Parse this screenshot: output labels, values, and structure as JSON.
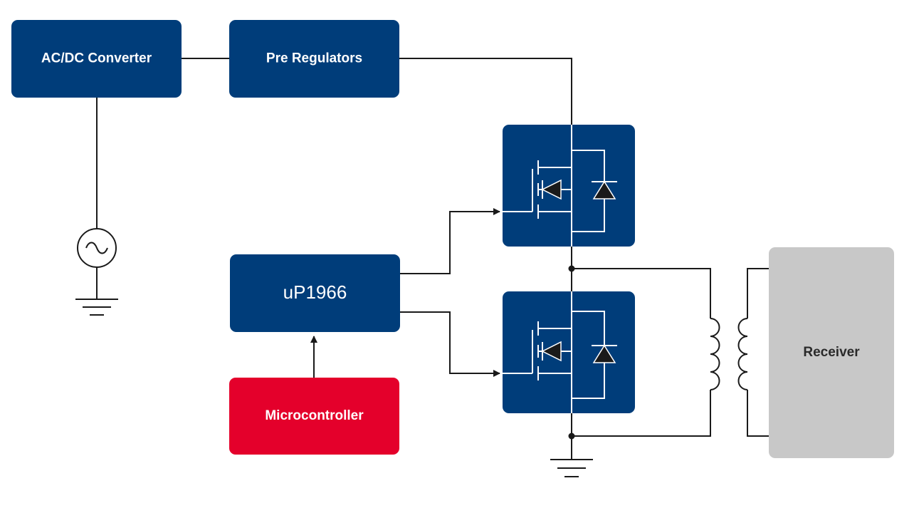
{
  "blocks": {
    "acdc": "AC/DC Converter",
    "prereg": "Pre Regulators",
    "controller": "uP1966",
    "mcu": "Microcontroller",
    "receiver": "Receiver"
  },
  "colors": {
    "block_blue": "#003d7a",
    "mcu_red": "#e4002b",
    "receiver_gray": "#c8c8c8",
    "text_dark": "#2a2a2a",
    "wire": "#1a1a1a"
  }
}
